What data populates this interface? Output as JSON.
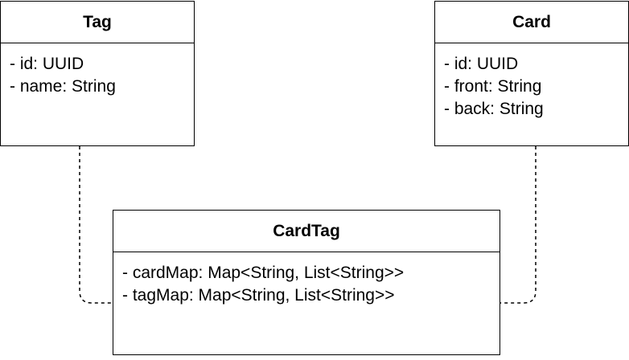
{
  "diagram": {
    "classes": [
      {
        "id": "tag",
        "name": "Tag",
        "attributes": [
          "- id: UUID",
          "- name: String"
        ]
      },
      {
        "id": "card",
        "name": "Card",
        "attributes": [
          "- id: UUID",
          "- front: String",
          "- back: String"
        ]
      },
      {
        "id": "cardtag",
        "name": "CardTag",
        "attributes": [
          "- cardMap: Map<String, List<String>>",
          "- tagMap: Map<String, List<String>>"
        ]
      }
    ],
    "connectors": [
      {
        "from": "tag",
        "to": "cardtag",
        "style": "dashed"
      },
      {
        "from": "card",
        "to": "cardtag",
        "style": "dashed"
      }
    ],
    "colors": {
      "stroke": "#000000",
      "fill": "#ffffff",
      "text": "#000000"
    }
  }
}
